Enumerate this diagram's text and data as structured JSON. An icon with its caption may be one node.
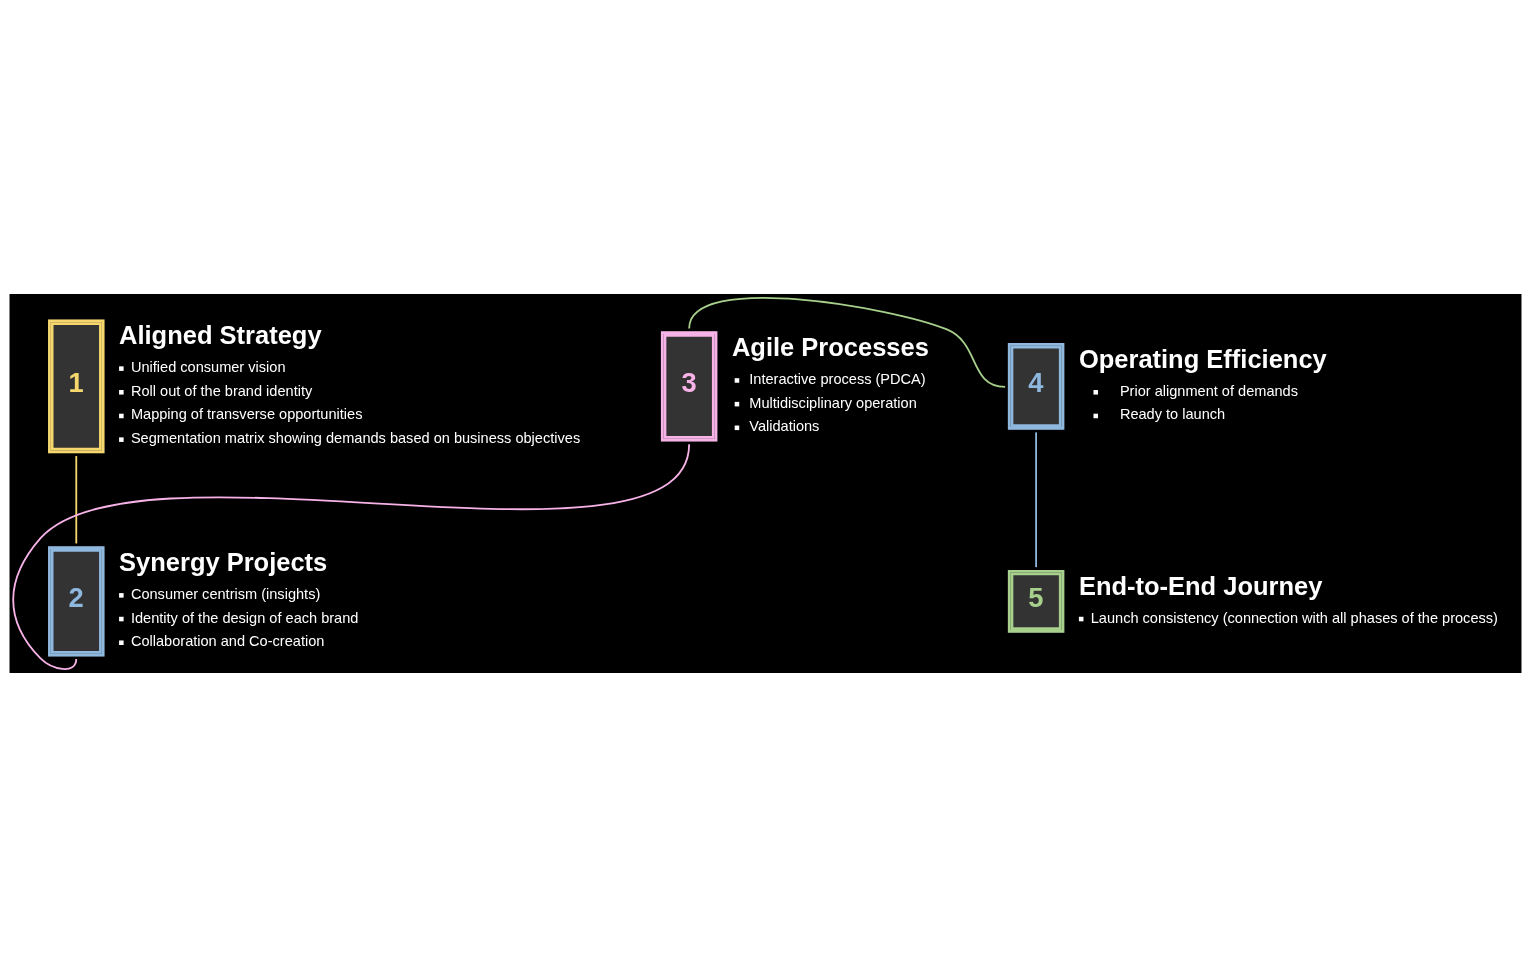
{
  "diagram": {
    "nodes": [
      {
        "text": [
          "1",
          "Aligned Strategy"
        ],
        "beside": [
          "Unified consumer vision",
          "Roll out of the brand identity",
          "Mapping of transverse opportunities",
          "Segmentation matrix showing demands based on business objectives"
        ]
      },
      {
        "text": [
          "2",
          "Synergy Projects"
        ],
        "beside": [
          "Consumer centrism (insights)",
          "Identity of the design of each brand",
          "Collaboration and Co-creation"
        ]
      },
      {
        "text": [
          "3",
          "Agile Processes"
        ],
        "beside": [
          "Interactive process (PDCA)",
          "Multidisciplinary operation",
          "Validations"
        ]
      },
      {
        "text": [
          "4",
          "Operating Efficiency"
        ],
        "beside": [
          "Prior alignment of demands",
          "Ready to launch"
        ]
      },
      {
        "text": [
          "5",
          "End-to-End Journey"
        ],
        "beside": [
          "Launch consistency (connection with all phases of the process)"
        ]
      }
    ],
    "edges": [
      {
        "from": 0,
        "to": 1,
        "arrow": "none",
        "color": "#f5d76e"
      },
      {
        "from": 1,
        "to": 2,
        "arrow": "none",
        "color": "#f7b3e8"
      },
      {
        "from": 2,
        "to": 3,
        "arrow": "none",
        "color": "#a8d08d"
      },
      {
        "from": 3,
        "to": 4,
        "arrow": "none",
        "color": "#8fb8de"
      }
    ]
  }
}
